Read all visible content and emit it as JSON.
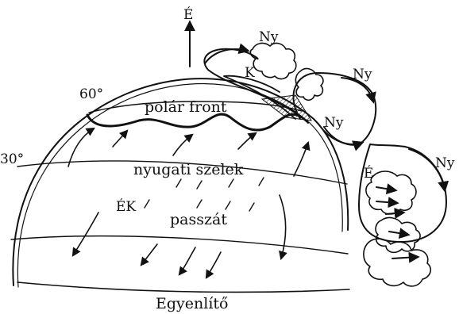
{
  "labels": {
    "north": "É",
    "lat60": "60°",
    "lat30": "30°",
    "polar_front": "polár front",
    "westerlies": "nyugati szelek",
    "ek": "ÉK",
    "trade_winds": "passzát",
    "equator": "Egyenlítő",
    "k": "K",
    "ny_top": "Ny",
    "ny_right": "Ny",
    "ny_mid": "Ny",
    "ny_lower": "Ny",
    "e_cross": "É"
  }
}
